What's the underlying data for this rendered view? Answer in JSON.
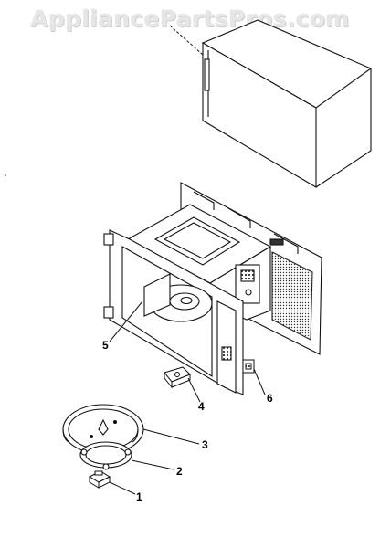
{
  "watermark": {
    "text": "AppliancePartsPros.com"
  },
  "callouts": [
    {
      "id": "1",
      "label": "1",
      "part": "turntable-coupler"
    },
    {
      "id": "2",
      "label": "2",
      "part": "roller-ring"
    },
    {
      "id": "3",
      "label": "3",
      "part": "turntable-tray"
    },
    {
      "id": "4",
      "label": "4",
      "part": "turntable-motor"
    },
    {
      "id": "5",
      "label": "5",
      "part": "oven-cavity"
    },
    {
      "id": "6",
      "label": "6",
      "part": "door-switch"
    }
  ],
  "colors": {
    "line": "#111111",
    "hatch": "#555555",
    "background": "#ffffff"
  }
}
